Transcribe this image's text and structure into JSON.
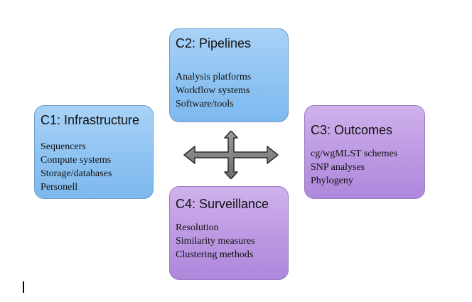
{
  "boxes": {
    "c1": {
      "title": "C1: Infrastructure",
      "items": [
        "Sequencers",
        "Compute systems",
        "Storage/databases",
        "Personell"
      ],
      "color": "#8ec3f2"
    },
    "c2": {
      "title": "C2: Pipelines",
      "items": [
        "Analysis platforms",
        "Workflow systems",
        "Software/tools"
      ],
      "color": "#8ec3f2"
    },
    "c3": {
      "title": "C3: Outcomes",
      "items": [
        "cg/wgMLST schemes",
        "SNP analyses",
        "Phylogeny"
      ],
      "color": "#bb98e2"
    },
    "c4": {
      "title": "C4: Surveillance",
      "items": [
        "Resolution",
        "Similarity measures",
        "Clustering methods"
      ],
      "color": "#bb98e2"
    }
  },
  "arrow": {
    "icon": "four-way-arrow-icon",
    "fill": "#7f7f7f",
    "stroke": "#2b2b2b"
  }
}
